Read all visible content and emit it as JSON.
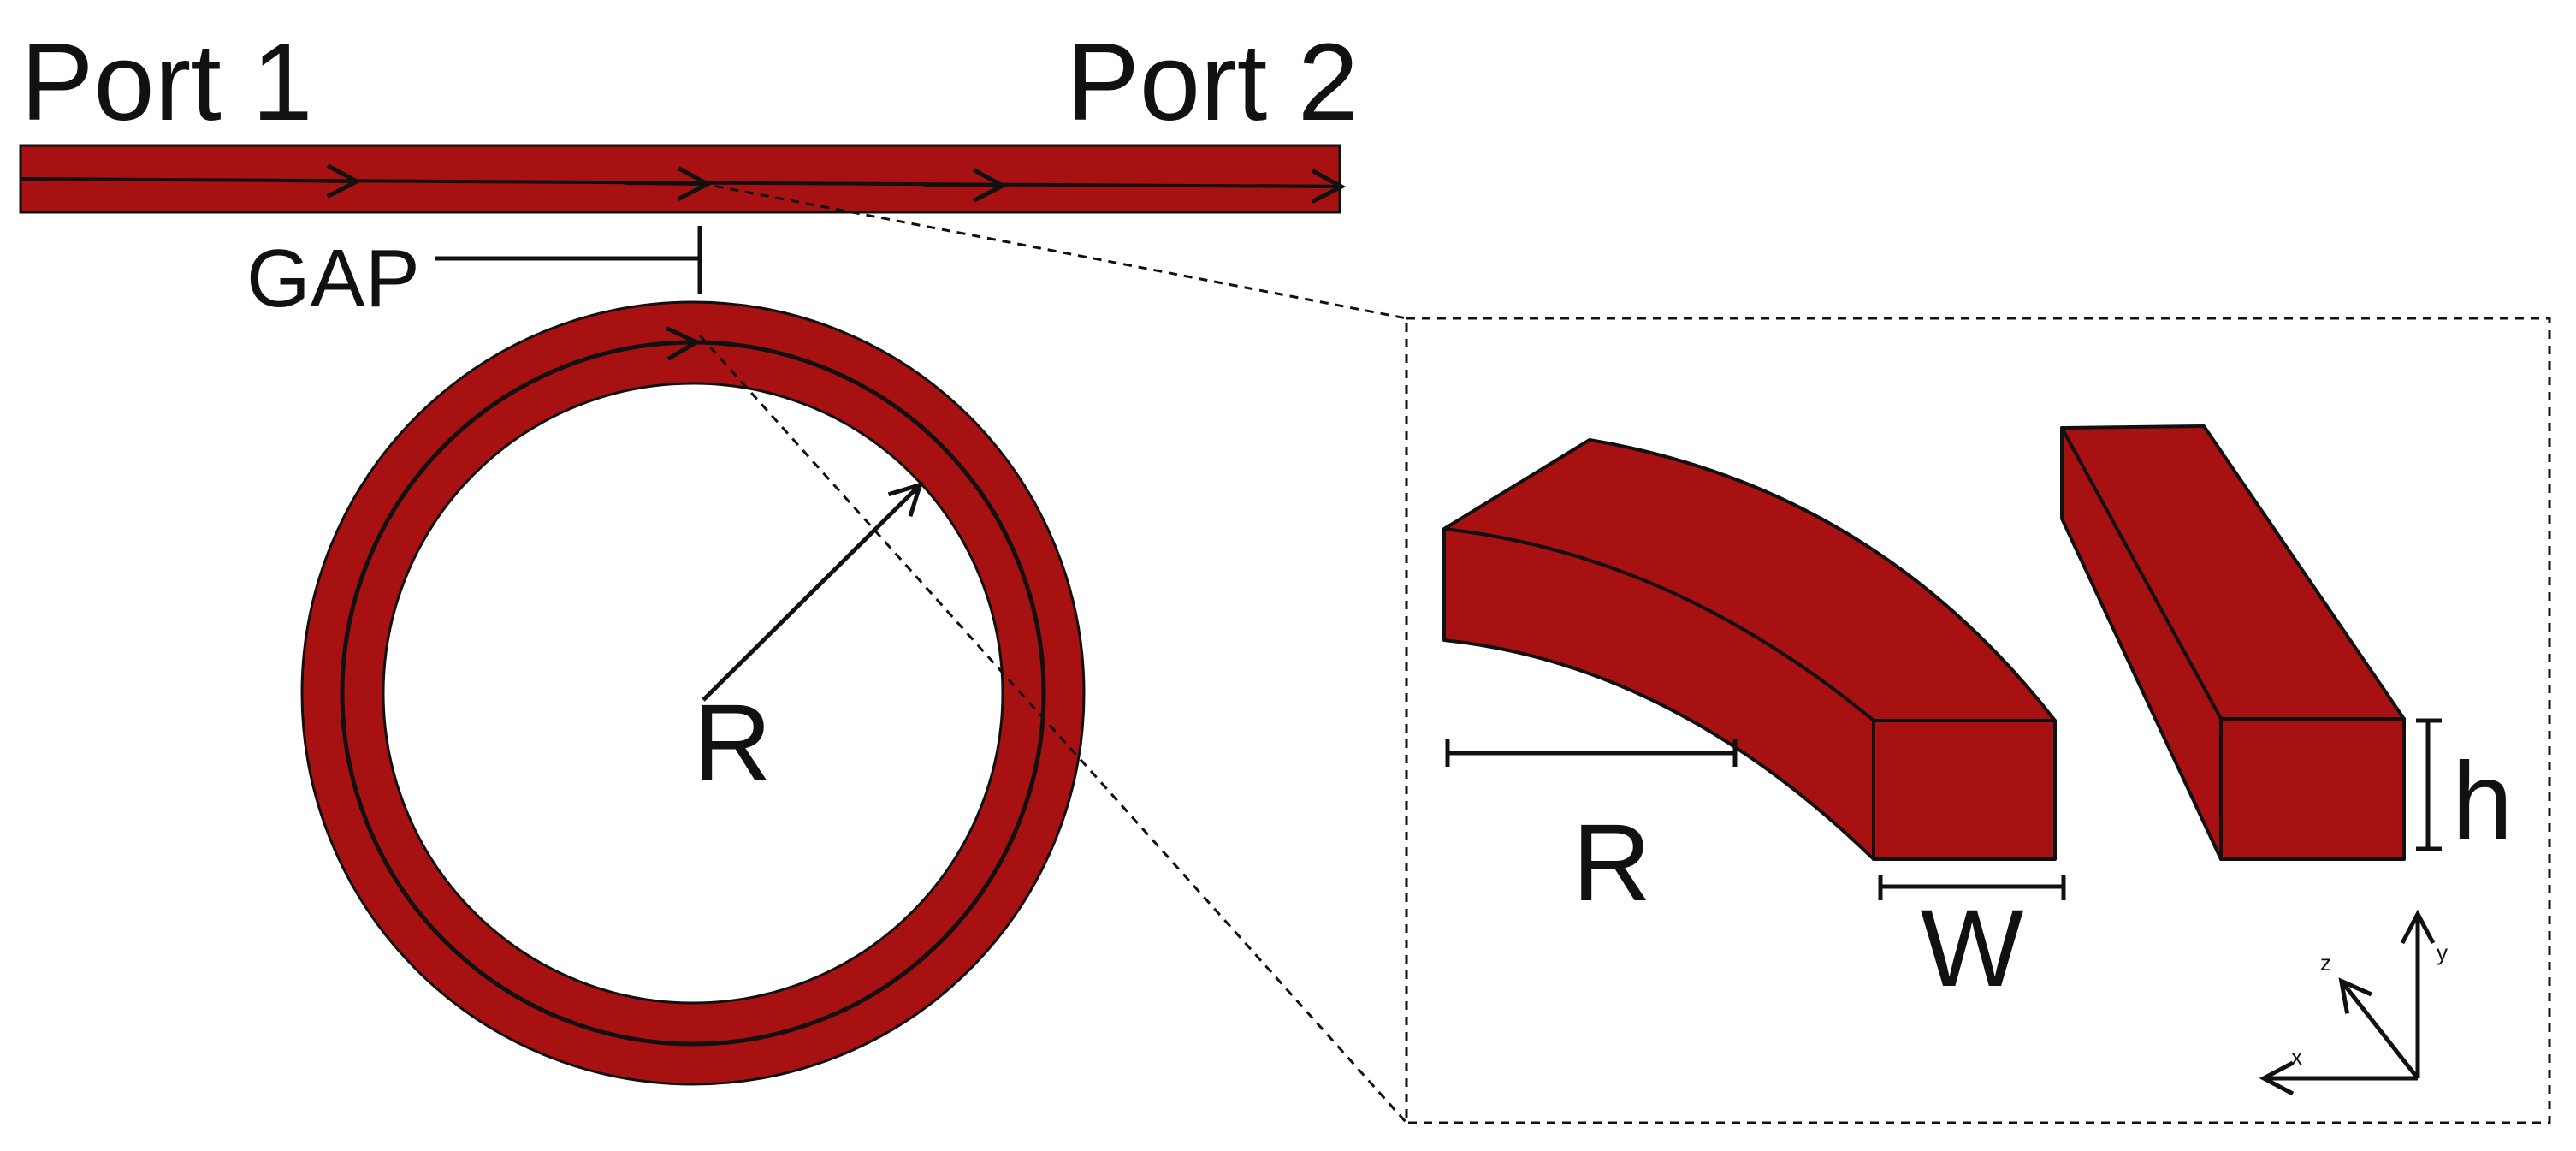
{
  "labels": {
    "port1": "Port 1",
    "port2": "Port 2",
    "gap": "GAP",
    "ring_radius": "R",
    "section_radius": "R",
    "width": "W",
    "height": "h",
    "axis_x": "x",
    "axis_y": "y",
    "axis_z": "z"
  },
  "colors": {
    "waveguide": "#a81111",
    "outline": "#111111",
    "background": "#ffffff"
  }
}
